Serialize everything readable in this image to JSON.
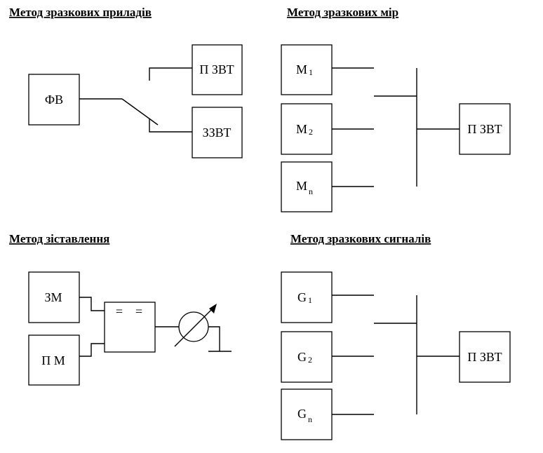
{
  "titles": {
    "q1": "Метод зразкових приладів",
    "q2": "Метод зразкових мір",
    "q3": "Метод зіставлення",
    "q4": "Метод зразкових сигналів"
  },
  "q1": {
    "fv": "ФВ",
    "pzvt": "П ЗВТ",
    "zzvt": "ЗЗВТ"
  },
  "q2": {
    "m1_main": "М",
    "m1_sub": "1",
    "m2_main": "М",
    "m2_sub": "2",
    "mn_main": "М",
    "mn_sub": "n",
    "pzvt": "П ЗВТ"
  },
  "q3": {
    "zm": "ЗМ",
    "pm": "П М",
    "comparator": "=    ="
  },
  "q4": {
    "g1_main": "G",
    "g1_sub": "1",
    "g2_main": "G",
    "g2_sub": "2",
    "gn_main": "G",
    "gn_sub": "n",
    "pzvt": "П ЗВТ"
  }
}
